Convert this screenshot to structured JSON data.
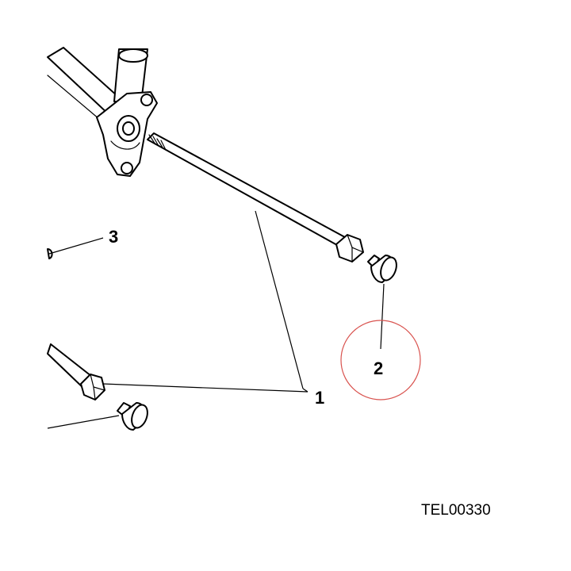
{
  "callouts": {
    "one": "1",
    "two": "2",
    "three": "3"
  },
  "reference_code": "TEL00330",
  "colors": {
    "line": "#000000",
    "highlight_circle": "#d9534f",
    "background": "#ffffff"
  }
}
